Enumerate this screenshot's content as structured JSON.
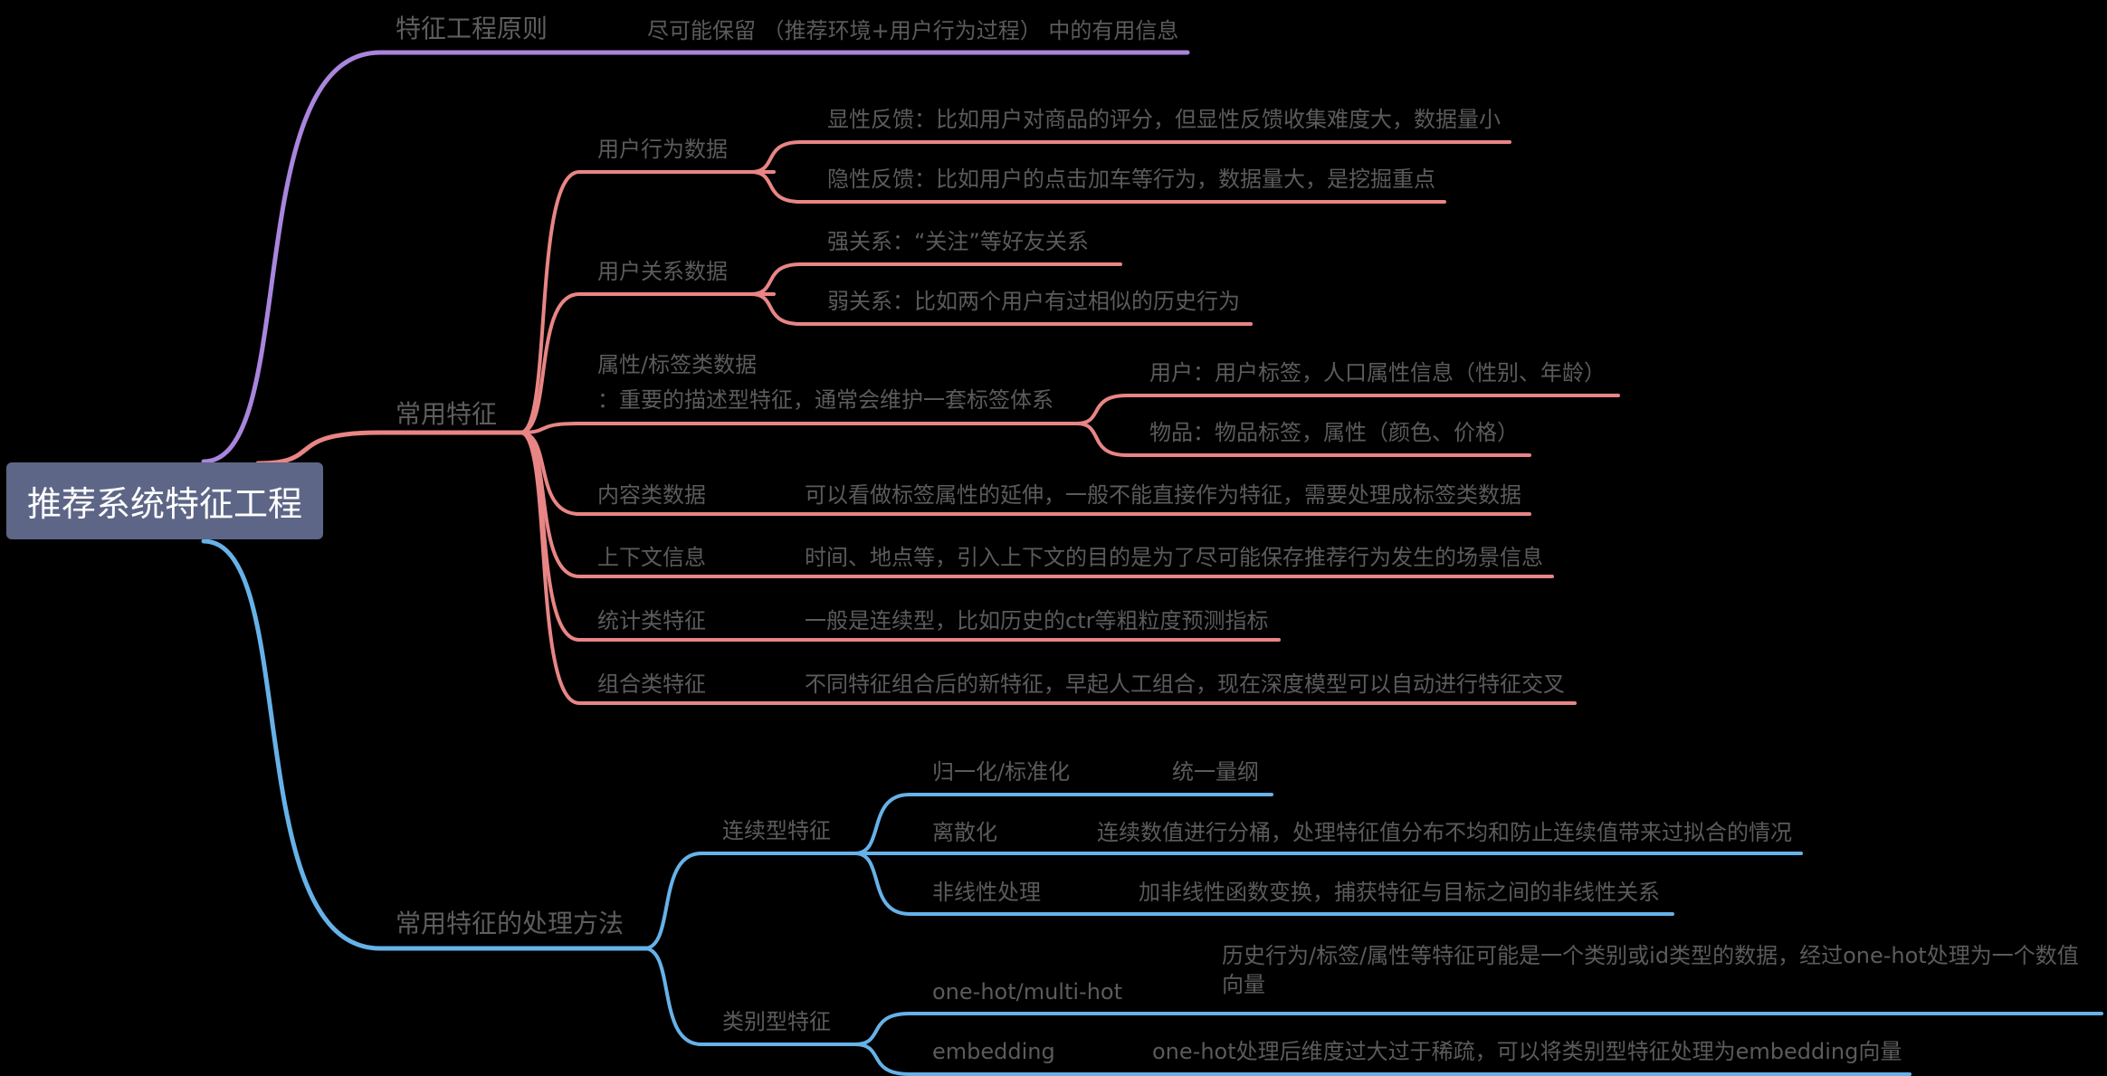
{
  "root": "推荐系统特征工程",
  "colors": {
    "purple": "#a985dd",
    "red": "#e98585",
    "blue": "#66b2e8",
    "root_bg": "#5d6686",
    "text": "#5b5b5b"
  },
  "branches": [
    {
      "label": "特征工程原则",
      "color": "purple",
      "children": [
        {
          "label": "尽可能保留 （推荐环境+用户行为过程） 中的有用信息"
        }
      ]
    },
    {
      "label": "常用特征",
      "color": "red",
      "children": [
        {
          "label": "用户行为数据",
          "children": [
            {
              "label": "显性反馈：比如用户对商品的评分，但显性反馈收集难度大，数据量小"
            },
            {
              "label": "隐性反馈：比如用户的点击加车等行为，数据量大，是挖掘重点"
            }
          ]
        },
        {
          "label": "用户关系数据",
          "children": [
            {
              "label": "强关系：“关注”等好友关系"
            },
            {
              "label": "弱关系：比如两个用户有过相似的历史行为"
            }
          ]
        },
        {
          "label": "属性/标签类数据",
          "label2": "：重要的描述型特征，通常会维护一套标签体系",
          "children": [
            {
              "label": "用户：用户标签，人口属性信息（性别、年龄）"
            },
            {
              "label": "物品：物品标签，属性（颜色、价格）"
            }
          ]
        },
        {
          "label": "内容类数据",
          "children": [
            {
              "label": "可以看做标签属性的延伸，一般不能直接作为特征，需要处理成标签类数据"
            }
          ]
        },
        {
          "label": "上下文信息",
          "children": [
            {
              "label": "时间、地点等，引入上下文的目的是为了尽可能保存推荐行为发生的场景信息"
            }
          ]
        },
        {
          "label": "统计类特征",
          "children": [
            {
              "label": "一般是连续型，比如历史的ctr等粗粒度预测指标"
            }
          ]
        },
        {
          "label": "组合类特征",
          "children": [
            {
              "label": "不同特征组合后的新特征，早起人工组合，现在深度模型可以自动进行特征交叉"
            }
          ]
        }
      ]
    },
    {
      "label": "常用特征的处理方法",
      "color": "blue",
      "children": [
        {
          "label": "连续型特征",
          "children": [
            {
              "label": "归一化/标准化",
              "children": [
                {
                  "label": "统一量纲"
                }
              ]
            },
            {
              "label": "离散化",
              "children": [
                {
                  "label": "连续数值进行分桶，处理特征值分布不均和防止连续值带来过拟合的情况"
                }
              ]
            },
            {
              "label": "非线性处理",
              "children": [
                {
                  "label": "加非线性函数变换，捕获特征与目标之间的非线性关系"
                }
              ]
            }
          ]
        },
        {
          "label": "类别型特征",
          "children": [
            {
              "label": "one-hot/multi-hot",
              "children": [
                {
                  "label": "历史行为/标签/属性等特征可能是一个类别或id类型的数据，经过one-hot处理为一个数值向量"
                }
              ]
            },
            {
              "label": "embedding",
              "children": [
                {
                  "label": "one-hot处理后维度过大过于稀疏，可以将类别型特征处理为embedding向量"
                }
              ]
            }
          ]
        }
      ]
    }
  ]
}
